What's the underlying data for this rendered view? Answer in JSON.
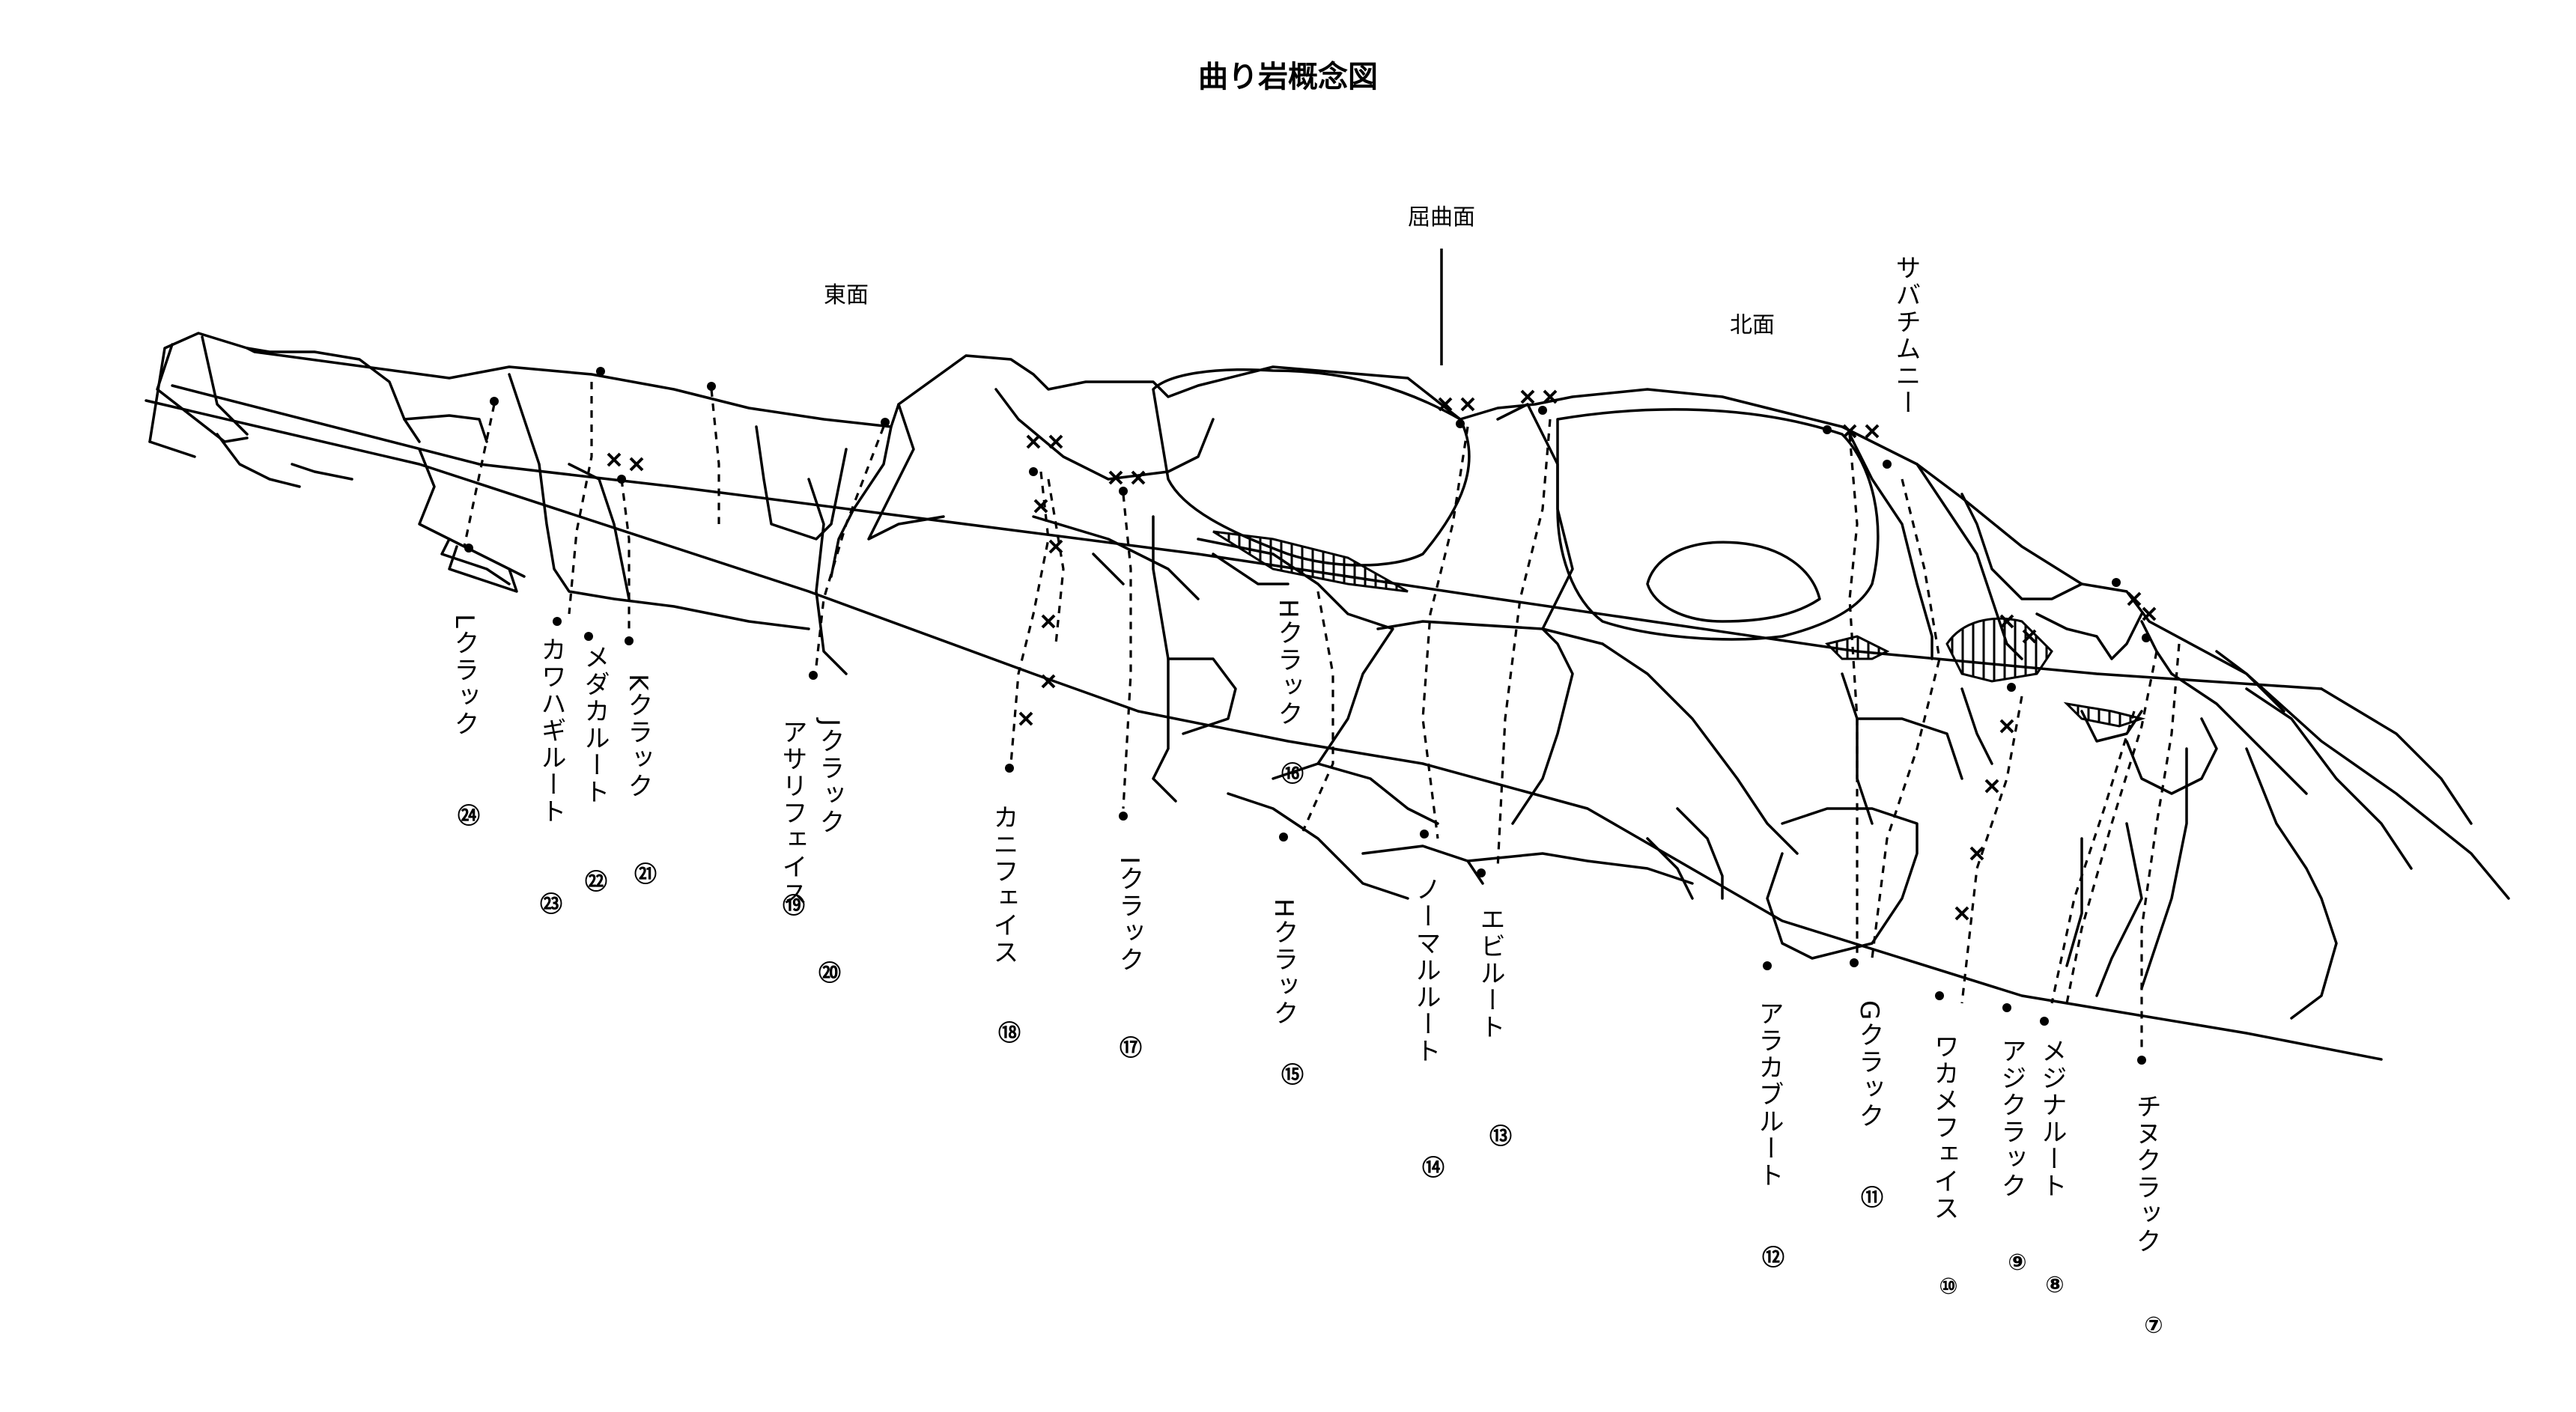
{
  "title": "曲り岩概念図",
  "faces": {
    "east": "東面",
    "bend": "屈曲面",
    "north": "北面",
    "sabachimney": "サバチムニー",
    "h_crack_upper": "Hクラック"
  },
  "routes": [
    {
      "num": "⑦",
      "name": "チヌクラック"
    },
    {
      "num": "⑧",
      "name": "メジナルート"
    },
    {
      "num": "⑨",
      "name": "アジクラック"
    },
    {
      "num": "⑩",
      "name": "ワカメフェイス"
    },
    {
      "num": "⑪",
      "name": "Gクラック"
    },
    {
      "num": "⑫",
      "name": "アラカブルート"
    },
    {
      "num": "⑬",
      "name": "エビルート"
    },
    {
      "num": "⑭",
      "name": "ノーマルルート"
    },
    {
      "num": "⑮",
      "name": "Hクラック"
    },
    {
      "num": "⑯",
      "name": "Hクラック"
    },
    {
      "num": "⑰",
      "name": "Iクラック"
    },
    {
      "num": "⑱",
      "name": "カニフェイス"
    },
    {
      "num": "⑲",
      "name": "アサリフェイス"
    },
    {
      "num": "⑳",
      "name": "Jクラック"
    },
    {
      "num": "㉑",
      "name": "Kクラック"
    },
    {
      "num": "㉒",
      "name": "メダカルート"
    },
    {
      "num": "㉓",
      "name": "カワハギルート"
    },
    {
      "num": "㉔",
      "name": "Lクラック"
    }
  ]
}
